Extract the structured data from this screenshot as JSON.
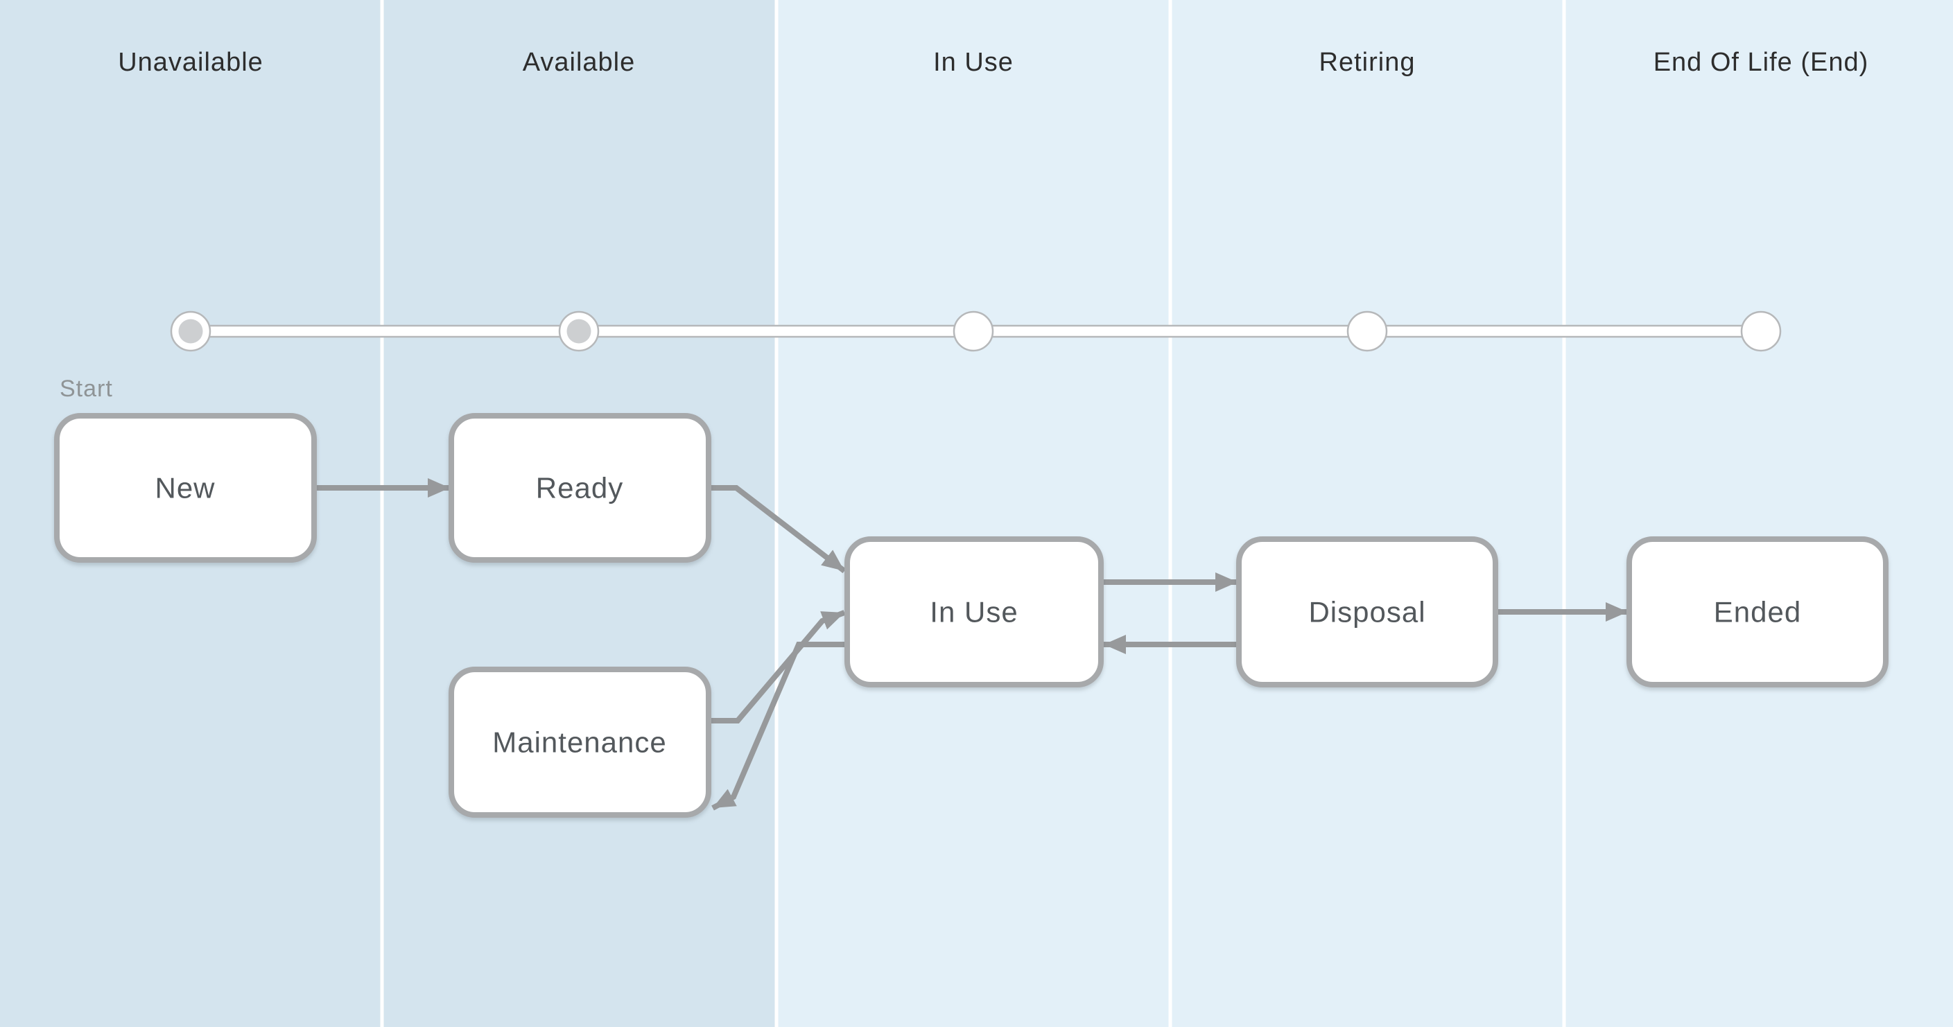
{
  "columns": [
    {
      "label": "Unavailable",
      "bg": "#d4e4ee"
    },
    {
      "label": "Available",
      "bg": "#d4e4ee"
    },
    {
      "label": "In Use",
      "bg": "#e3f0f8"
    },
    {
      "label": "Retiring",
      "bg": "#e3f0f8"
    },
    {
      "label": "End Of Life (End)",
      "bg": "#e3f0f8"
    }
  ],
  "timeline": {
    "start_label": "Start",
    "stops": [
      {
        "column": "Unavailable",
        "reached": true
      },
      {
        "column": "Available",
        "reached": true
      },
      {
        "column": "In Use",
        "reached": false
      },
      {
        "column": "Retiring",
        "reached": false
      },
      {
        "column": "End Of Life (End)",
        "reached": false
      }
    ]
  },
  "nodes": [
    {
      "label": "New",
      "column": "Unavailable"
    },
    {
      "label": "Ready",
      "column": "Available"
    },
    {
      "label": "Maintenance",
      "column": "Available"
    },
    {
      "label": "In Use",
      "column": "In Use"
    },
    {
      "label": "Disposal",
      "column": "Retiring"
    },
    {
      "label": "Ended",
      "column": "End Of Life (End)"
    }
  ],
  "edges": [
    {
      "from": "New",
      "to": "Ready"
    },
    {
      "from": "Ready",
      "to": "In Use"
    },
    {
      "from": "Maintenance",
      "to": "In Use"
    },
    {
      "from": "In Use",
      "to": "Maintenance"
    },
    {
      "from": "In Use",
      "to": "Disposal"
    },
    {
      "from": "Disposal",
      "to": "In Use"
    },
    {
      "from": "Disposal",
      "to": "Ended"
    }
  ],
  "colors": {
    "lane_divider": "#ffffff",
    "header_text": "#2d2d2d",
    "box_fill": "#ffffff",
    "box_border": "#a7a9ab",
    "node_label": "#53585c",
    "arrow": "#97999b",
    "track_fill": "#ffffff",
    "track_stroke": "#b6b8ba",
    "stop_ring_fill": "#ffffff",
    "stop_stroke": "#b6b8ba",
    "stop_reached": "#cdcfd1",
    "stop_future": "#ffffff",
    "start_label_text": "#8f9496"
  }
}
